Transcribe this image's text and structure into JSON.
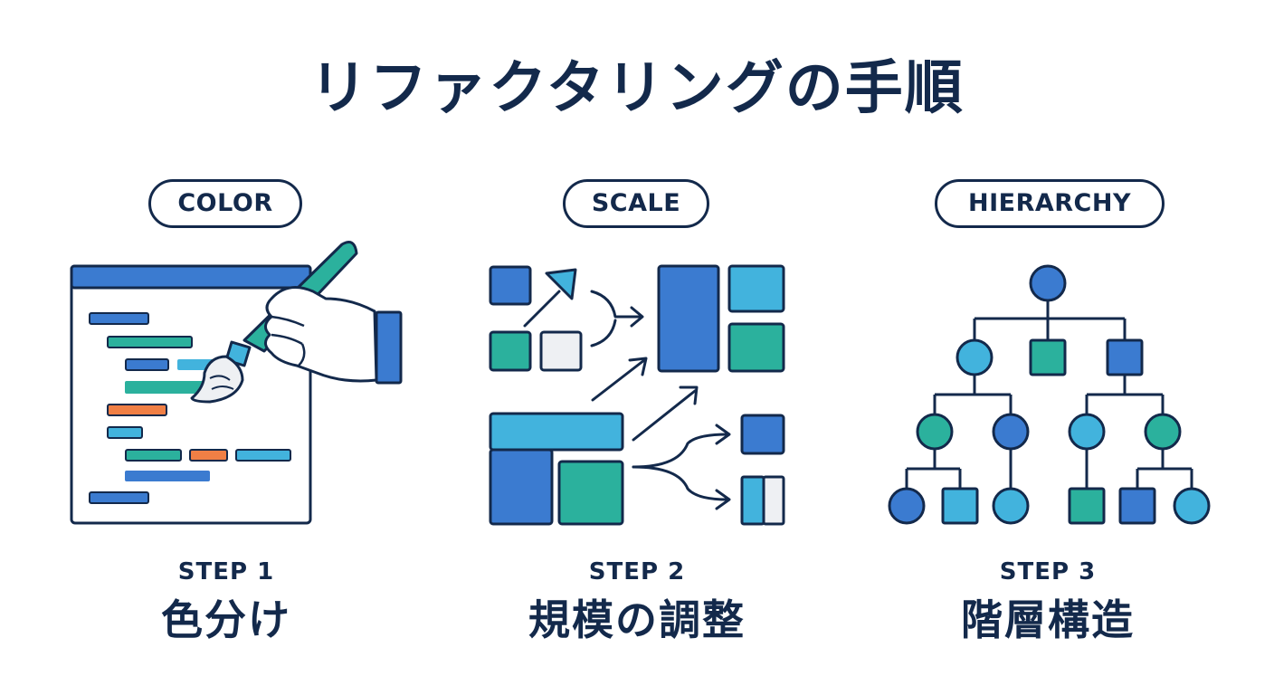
{
  "title": "リファクタリングの手順",
  "steps": [
    {
      "tag": "COLOR",
      "step": "STEP 1",
      "label": "色分け"
    },
    {
      "tag": "SCALE",
      "step": "STEP 2",
      "label": "規模の調整"
    },
    {
      "tag": "HIERARCHY",
      "step": "STEP 3",
      "label": "階層構造"
    }
  ],
  "colors": {
    "navy": "#13294b",
    "blue": "#3b7bd0",
    "sky": "#42b3dd",
    "teal": "#2bb19d",
    "orange": "#f07f45",
    "light": "#eef0f3"
  },
  "icons": [
    "code-window-icon",
    "paintbrush-icon",
    "hand-icon",
    "scale-blocks-icon",
    "hierarchy-tree-icon"
  ]
}
